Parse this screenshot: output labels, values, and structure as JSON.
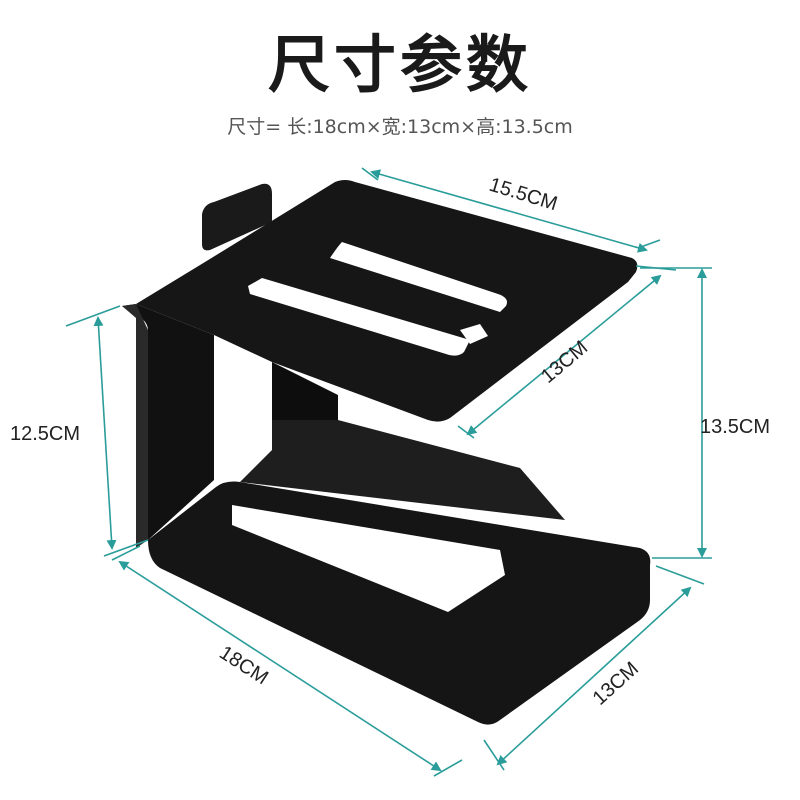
{
  "header": {
    "title": "尺寸参数",
    "subtitle": "尺寸= 长:18cm×宽:13cm×高:13.5cm"
  },
  "dimensions": {
    "top_length": "15.5CM",
    "top_width": "13CM",
    "overall_height": "13.5CM",
    "inner_height": "12.5CM",
    "base_length": "18CM",
    "base_width": "13CM"
  },
  "colors": {
    "stand": "#141414",
    "stand_edge": "#3a3a3a",
    "dimension_line": "#2a9d9a"
  }
}
